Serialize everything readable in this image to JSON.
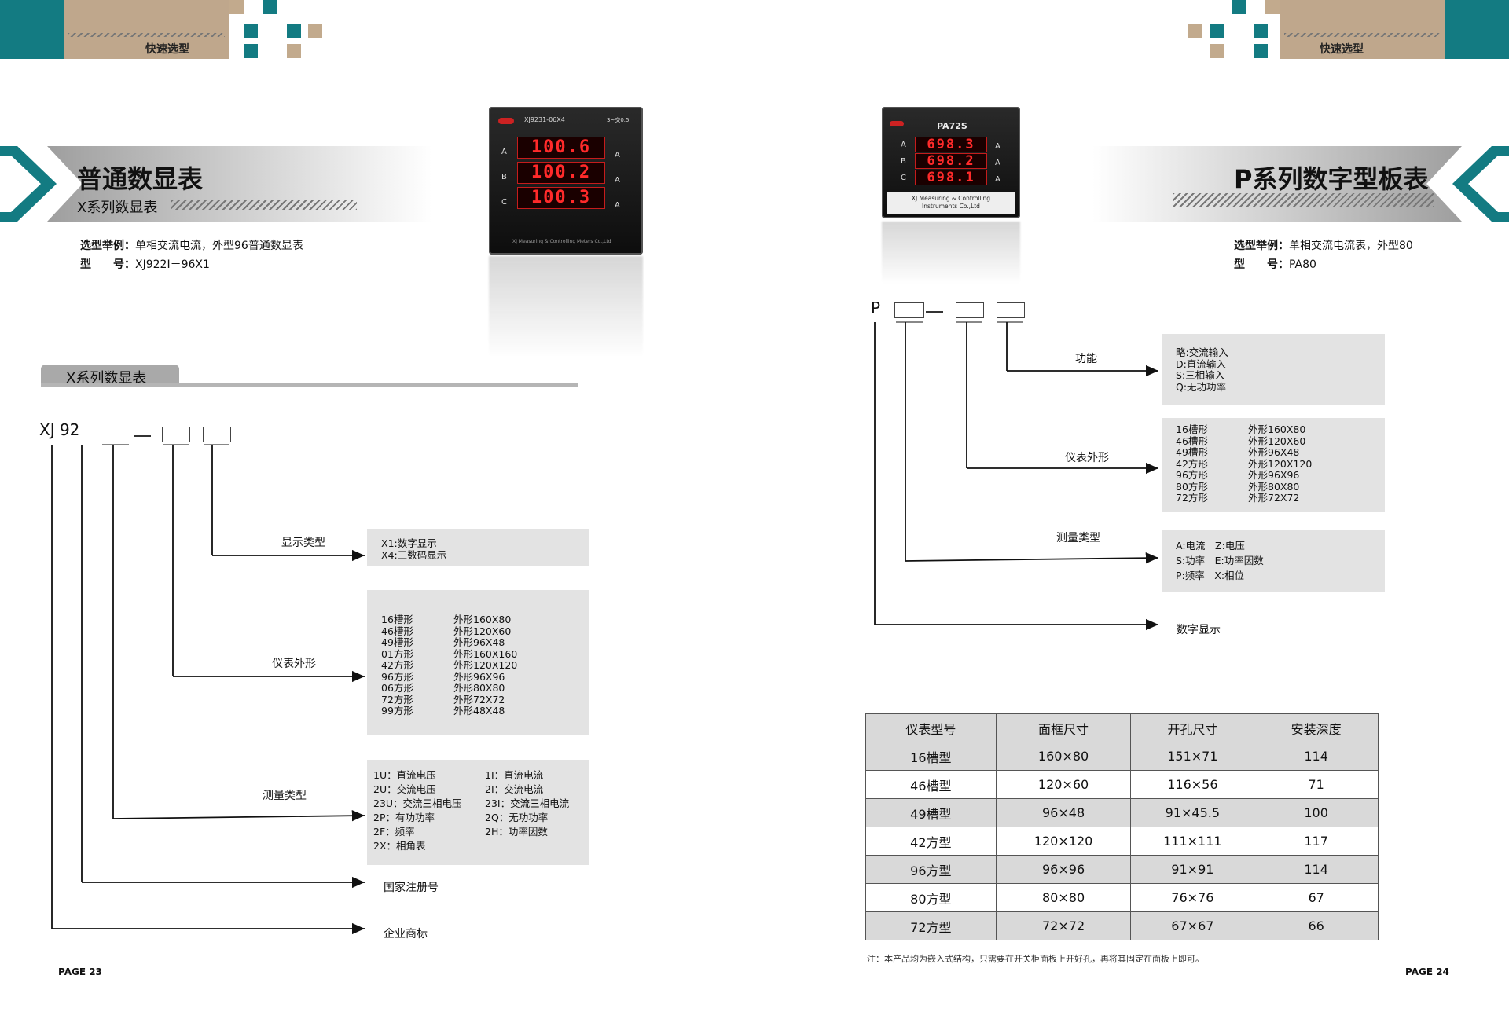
{
  "header": {
    "left_tab": "快速选型",
    "right_tab": "快速选型"
  },
  "left": {
    "title": "普通数显表",
    "subtitle": "X系列数显表",
    "example_label": "选型举例：",
    "example_value": "单相交流电流，外型96普通数显表",
    "model_label": "型　　号：",
    "model_value": "XJ922I－96X1",
    "device": {
      "model": "XJ9231-06X4",
      "class": "3~交0.5",
      "readings": [
        "100.6",
        "100.2",
        "100.3"
      ],
      "phases": [
        "A",
        "B",
        "C"
      ],
      "unit": "A",
      "maker": "XJ Measuring & Controlling Meters Co.,Ltd"
    },
    "section_title": "X系列数显表",
    "code_prefix": "XJ 92",
    "branches": {
      "display_type": "显示类型",
      "shape": "仪表外形",
      "measure_type": "测量类型",
      "reg_no": "国家注册号",
      "trademark": "企业商标"
    },
    "display_box": [
      "X1:数字显示",
      "X4:三数码显示"
    ],
    "shape_box": {
      "names": [
        "16槽形",
        "46槽形",
        "49槽形",
        "01方形",
        "42方形",
        "96方形",
        "06方形",
        "72方形",
        "99方形"
      ],
      "sizes": [
        "外形160X80",
        "外形120X60",
        "外形96X48",
        "外形160X160",
        "外形120X120",
        "外形96X96",
        "外形80X80",
        "外形72X72",
        "外形48X48"
      ]
    },
    "measure_box": {
      "col1": [
        "1U：直流电压",
        "2U：交流电压",
        "23U：交流三相电压",
        "2P：有功功率",
        "2F：频率",
        "2X：相角表"
      ],
      "col2": [
        "1I：直流电流",
        "2I：交流电流",
        "23I：交流三相电流",
        "2Q：无功功率",
        "2H：功率因数"
      ]
    },
    "page": "PAGE 23"
  },
  "right": {
    "title": "P系列数字型板表",
    "example_label": "选型举例：",
    "example_value": "单相交流电流表，外型80",
    "model_label": "型　　号：",
    "model_value": "PA80",
    "device": {
      "model": "PA72S",
      "readings": [
        "698.3",
        "698.2",
        "698.1"
      ],
      "phases": [
        "A",
        "B",
        "C"
      ],
      "unit": "A",
      "maker1": "XJ Measuring & Controlling",
      "maker2": "Instruments Co.,Ltd"
    },
    "code_prefix": "P",
    "branches": {
      "function": "功能",
      "shape": "仪表外形",
      "measure_type": "测量类型",
      "digital": "数字显示"
    },
    "function_box": [
      "略:交流输入",
      "D:直流输入",
      "S:三相输入",
      "Q:无功功率"
    ],
    "shape_box": {
      "names": [
        "16槽形",
        "46槽形",
        "49槽形",
        "42方形",
        "96方形",
        "80方形",
        "72方形"
      ],
      "sizes": [
        "外形160X80",
        "外形120X60",
        "外形96X48",
        "外形120X120",
        "外形96X96",
        "外形80X80",
        "外形72X72"
      ]
    },
    "measure_box": [
      "A:电流　Z:电压",
      "S:功率　E:功率因数",
      "P:频率　X:相位"
    ],
    "table": {
      "headers": [
        "仪表型号",
        "面框尺寸",
        "开孔尺寸",
        "安装深度"
      ],
      "rows": [
        [
          "16槽型",
          "160×80",
          "151×71",
          "114"
        ],
        [
          "46槽型",
          "120×60",
          "116×56",
          "71"
        ],
        [
          "49槽型",
          "96×48",
          "91×45.5",
          "100"
        ],
        [
          "42方型",
          "120×120",
          "111×111",
          "117"
        ],
        [
          "96方型",
          "96×96",
          "91×91",
          "114"
        ],
        [
          "80方型",
          "80×80",
          "76×76",
          "67"
        ],
        [
          "72方型",
          "72×72",
          "67×67",
          "66"
        ]
      ]
    },
    "note": "注：本产品均为嵌入式结构，只需要在开关柜面板上开好孔，再将其固定在面板上即可。",
    "page": "PAGE 24"
  },
  "colors": {
    "teal": "#137b82",
    "tan": "#bfa78c",
    "box_gray": "#e3e3e3"
  }
}
